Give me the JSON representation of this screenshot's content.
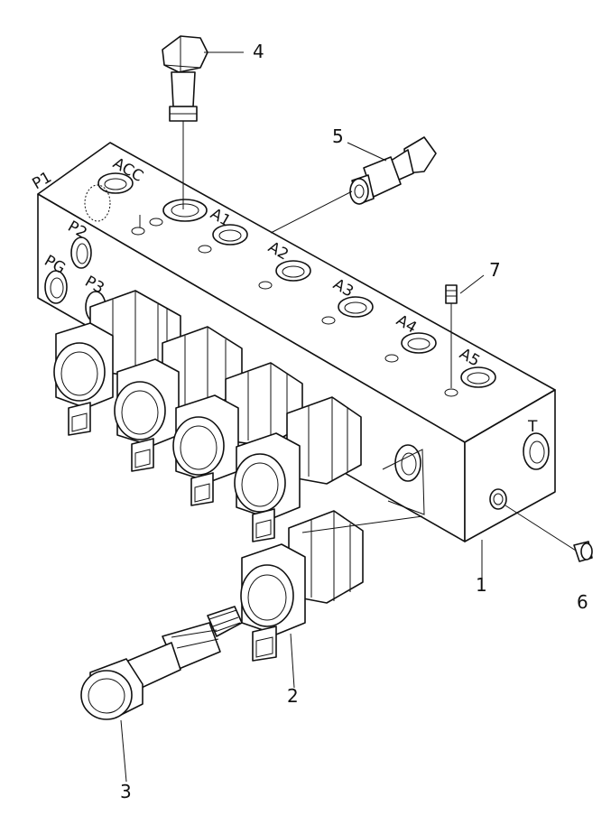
{
  "diagram": {
    "port_labels": {
      "p1": "P1",
      "acc": "ACC",
      "p2": "P2",
      "pg": "PG",
      "p3": "P3",
      "a1": "A1",
      "a2": "A2",
      "a3": "A3",
      "a4": "A4",
      "a5": "A5",
      "t": "T"
    },
    "callouts": {
      "c1": "1",
      "c2": "2",
      "c3": "3",
      "c4": "4",
      "c5": "5",
      "c6": "6",
      "c7": "7"
    }
  }
}
